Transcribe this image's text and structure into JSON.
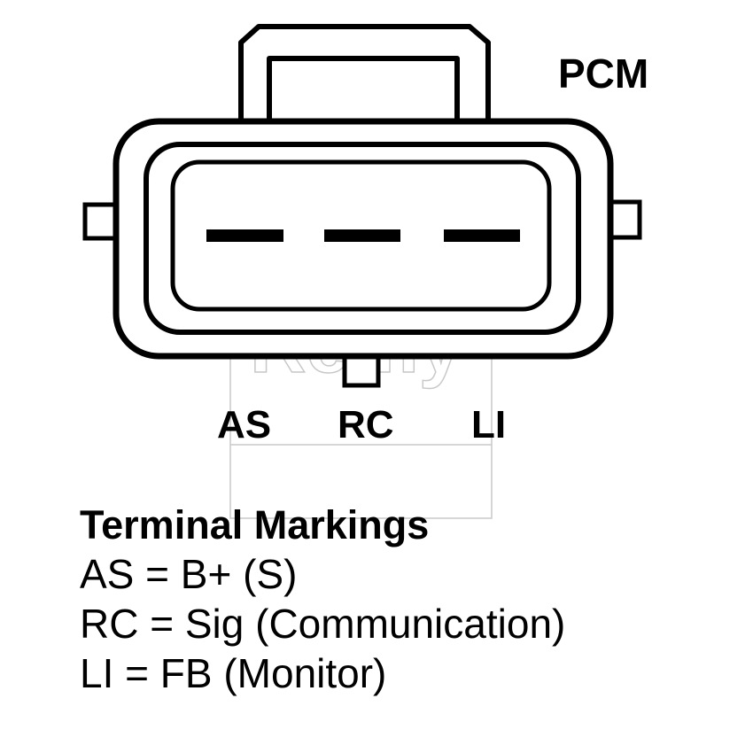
{
  "diagram": {
    "connector_label": "PCM",
    "terminals": [
      "AS",
      "RC",
      "LI"
    ],
    "watermark_text": "Remy",
    "registered_mark": "®"
  },
  "legend": {
    "title": "Terminal Markings",
    "lines": [
      "AS = B+ (S)",
      "RC = Sig (Communication)",
      "LI = FB (Monitor)"
    ]
  },
  "colors": {
    "ink": "#000000",
    "background": "#ffffff",
    "watermark": "#c8c8c8"
  }
}
